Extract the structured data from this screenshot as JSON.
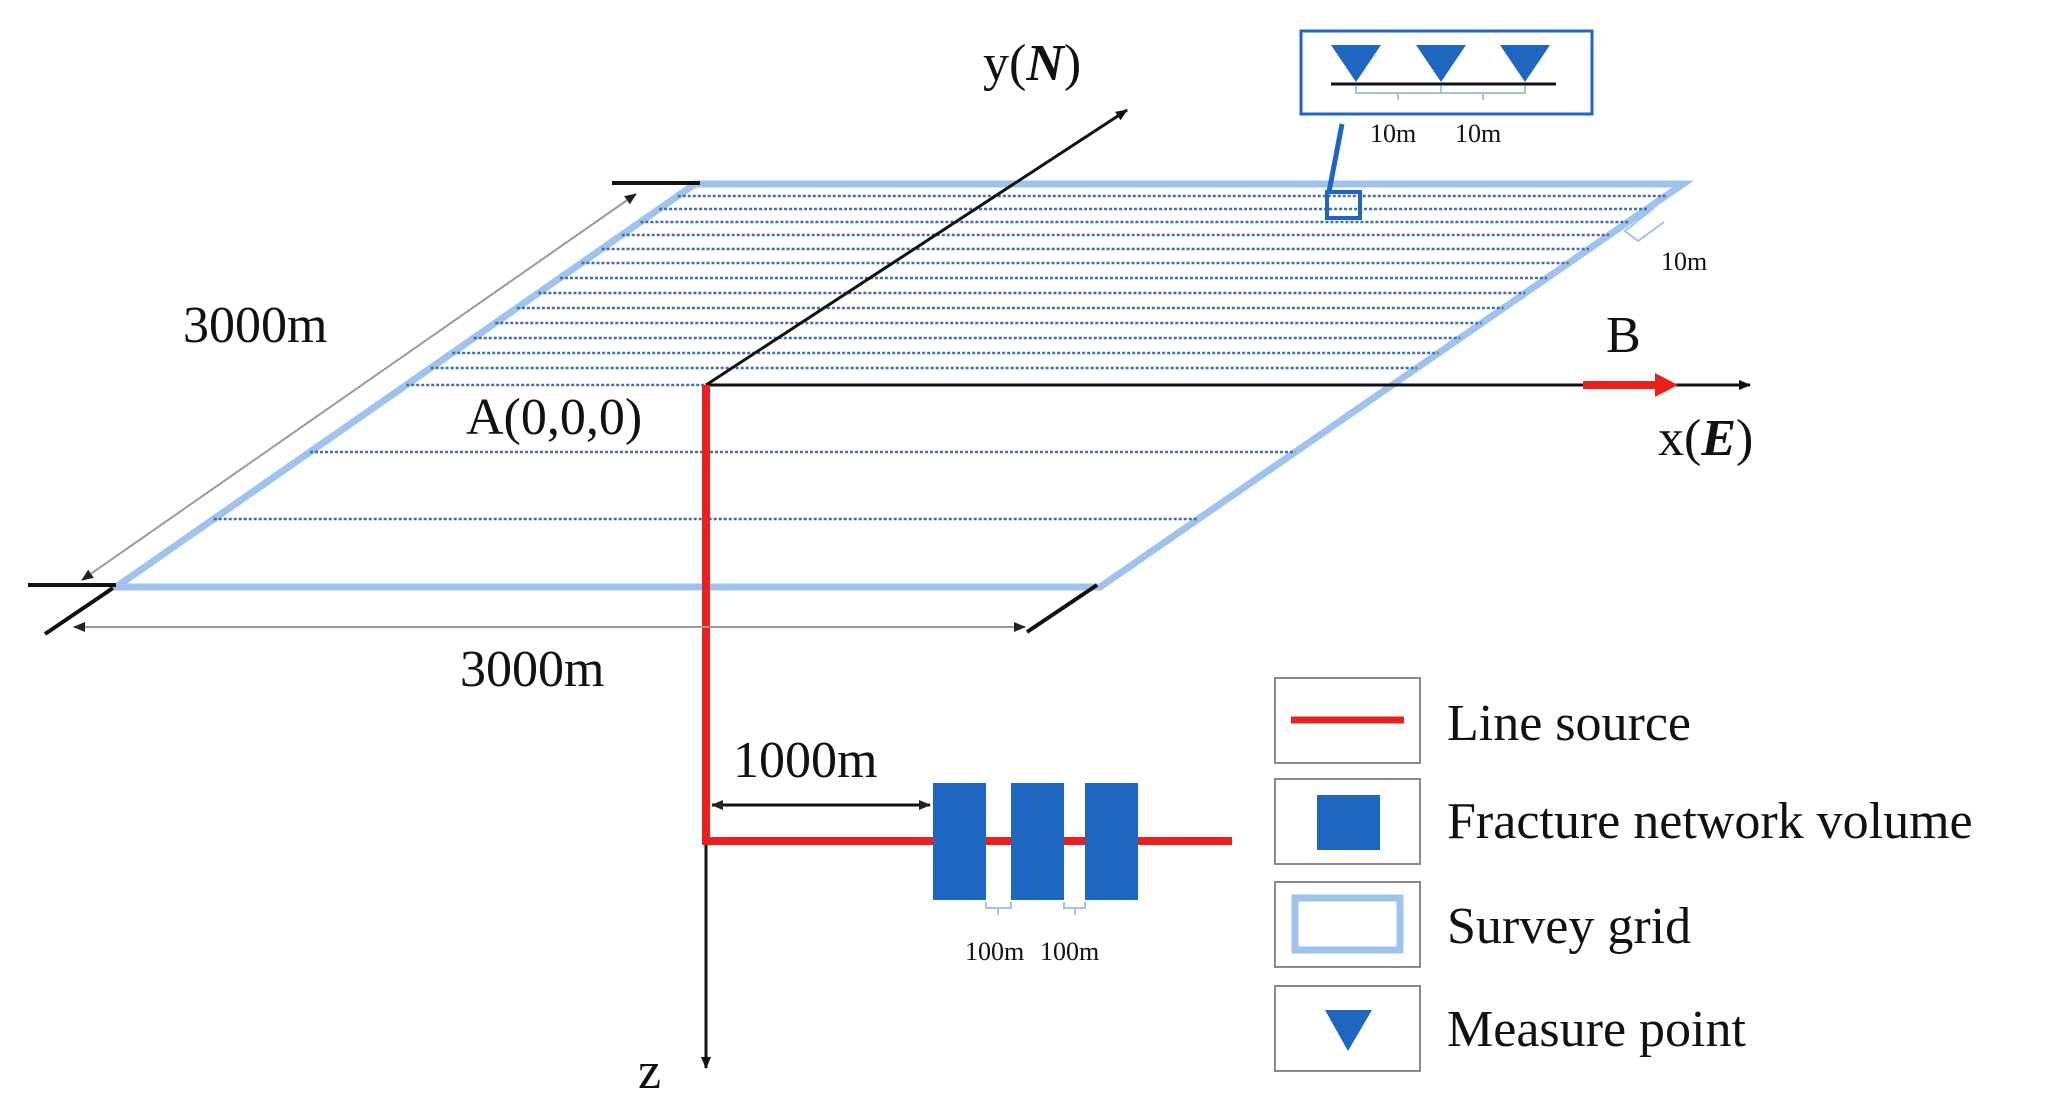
{
  "labels": {
    "axis_y": "y(",
    "axis_y_letter": "N",
    "axis_y_close": ")",
    "axis_x": "x(",
    "axis_x_letter": "E",
    "axis_x_close": ")",
    "axis_z": "z",
    "point_a": "A(0,0,0)",
    "point_b": "B",
    "grid_depth": "3000m",
    "grid_width": "3000m",
    "source_offset": "1000m",
    "line_spacing": "10m",
    "point_spacing_1": "10m",
    "point_spacing_2": "10m",
    "fracture_spacing_1": "100m",
    "fracture_spacing_2": "100m"
  },
  "legend": {
    "line_source": "Line source",
    "fracture_network_volume": "Fracture network volume",
    "survey_grid": "Survey grid",
    "measure_point": "Measure point"
  },
  "colors": {
    "line_source": "#e8201e",
    "fracture": "#1f66c0",
    "survey_grid": "#9fc3ec",
    "measure_point": "#1f66c0",
    "survey_line": "#3f6fb0",
    "axis": "#111111"
  }
}
